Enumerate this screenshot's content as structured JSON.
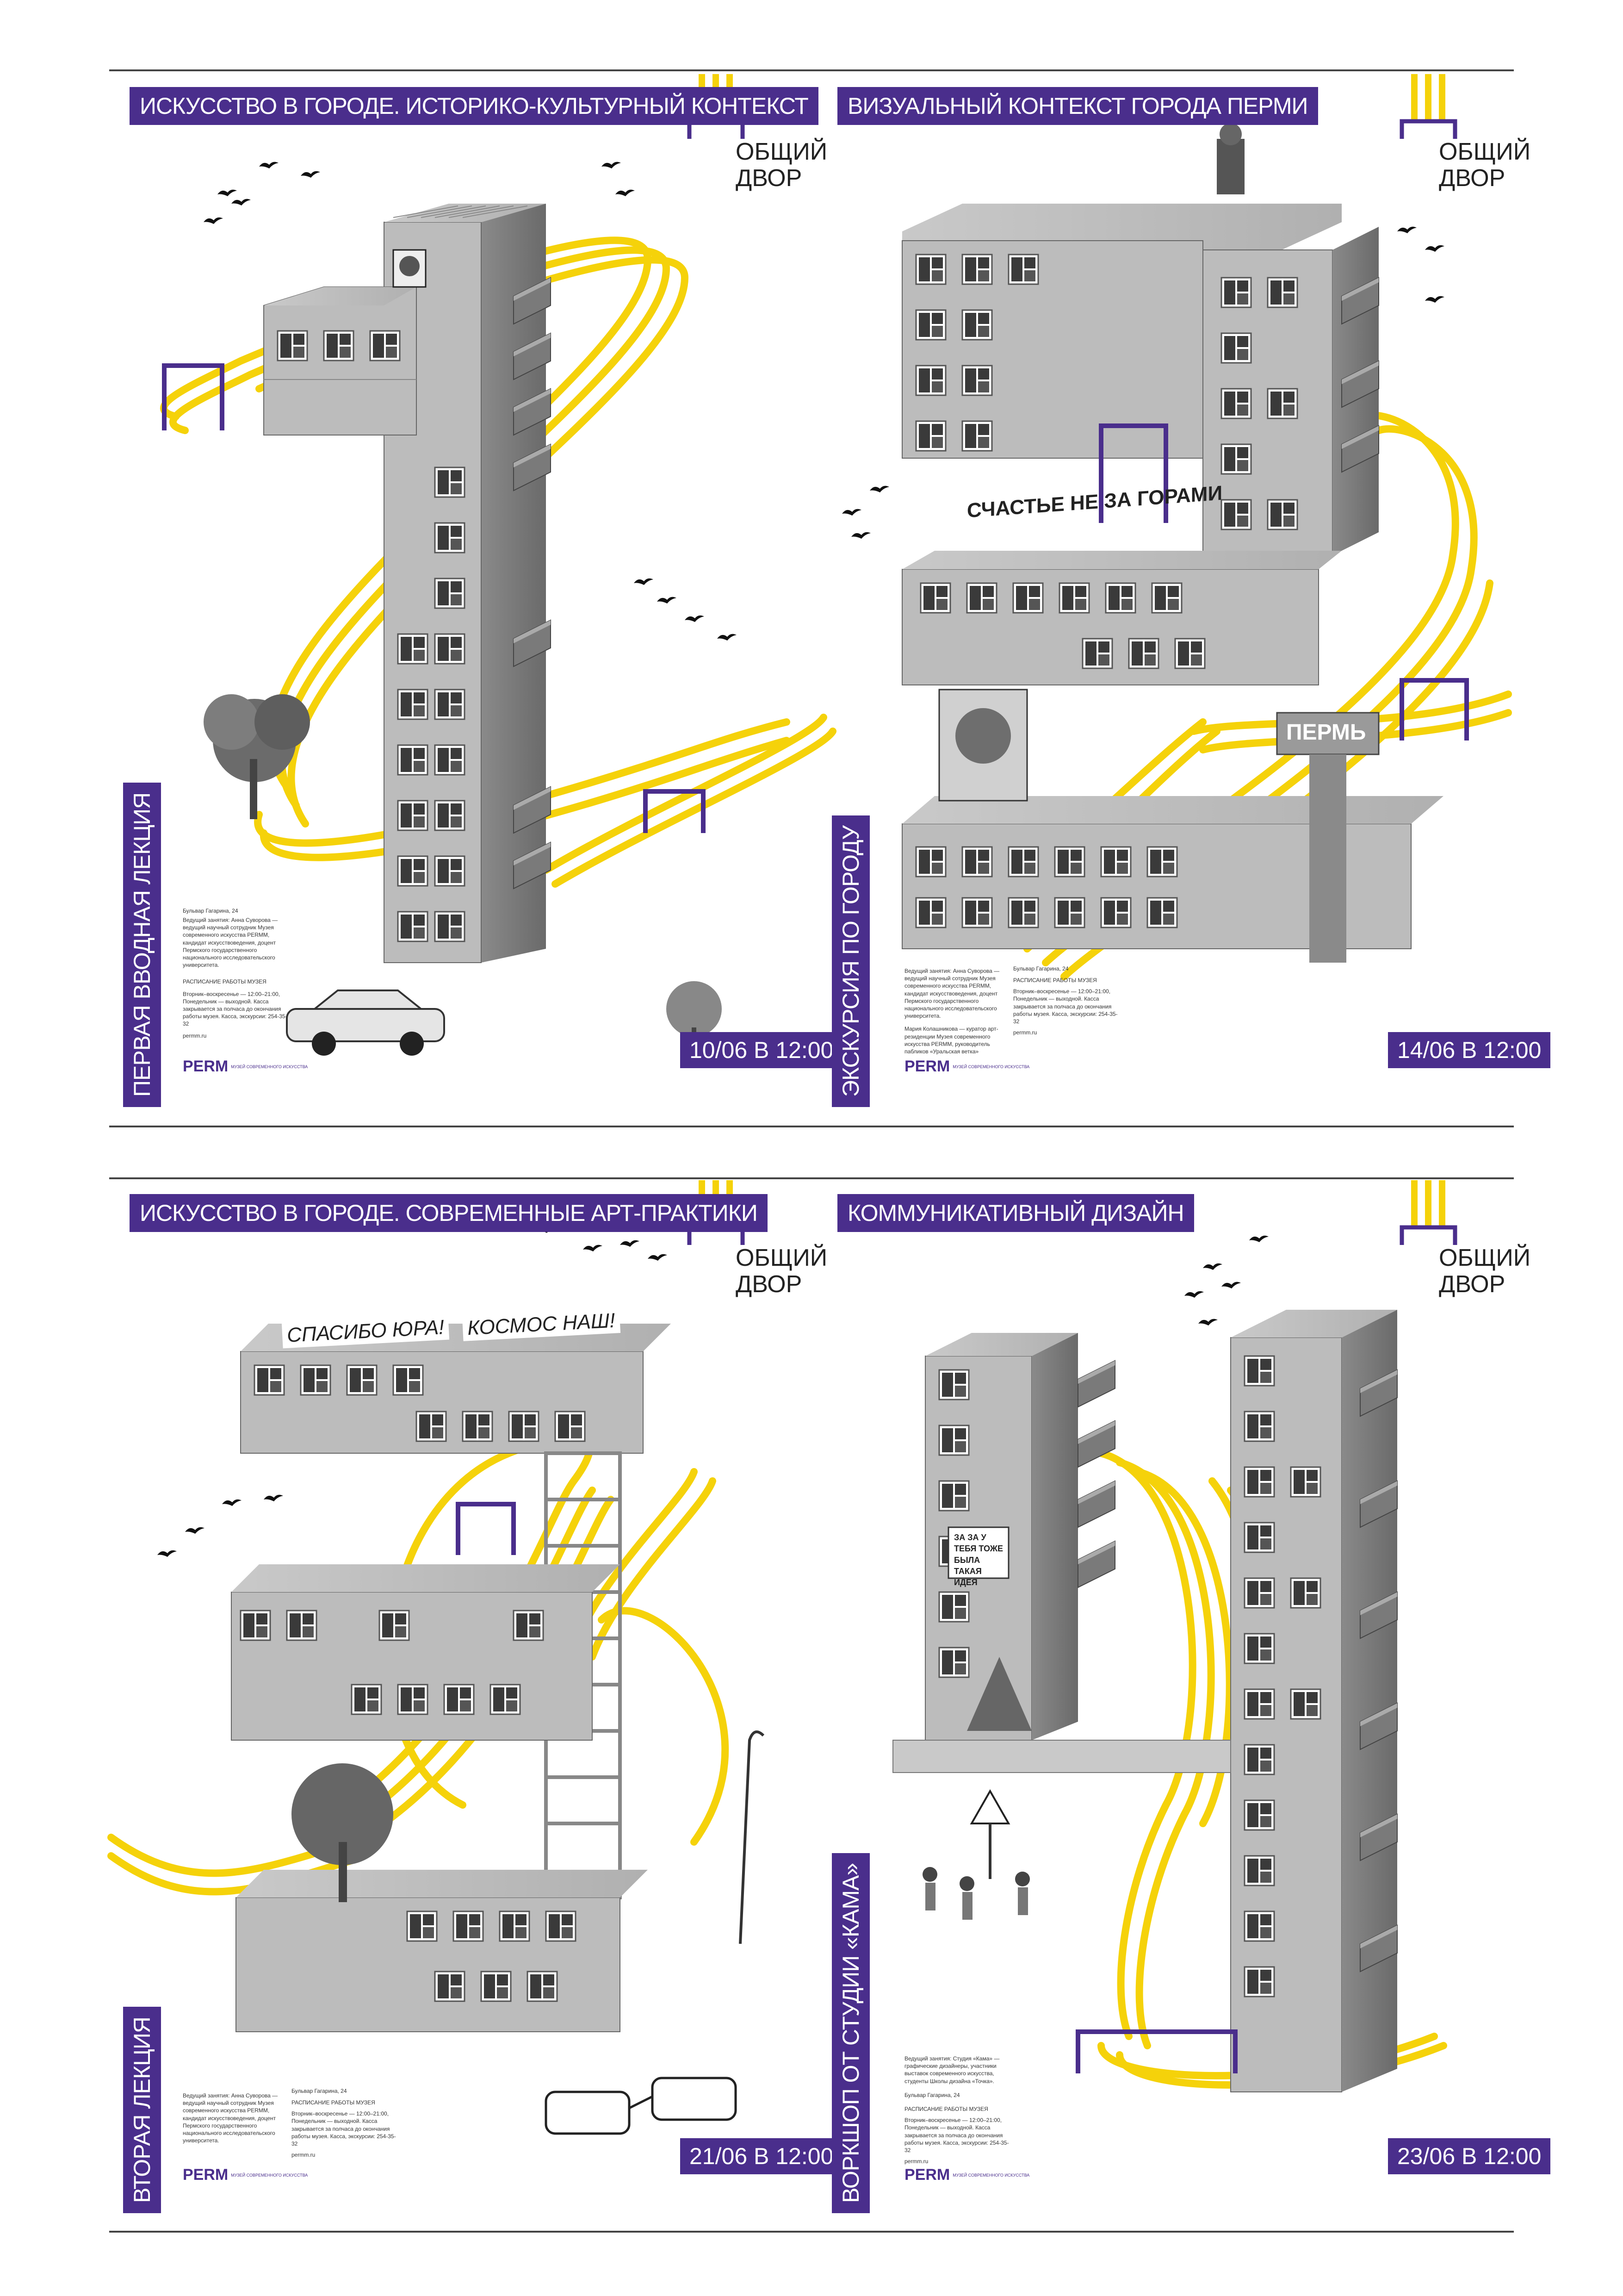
{
  "venue_lines": [
    "ОБЩИЙ",
    "ДВОР"
  ],
  "brand": {
    "accent": "#4a2e8c",
    "yellow": "#f5d20a",
    "logo": "PERM",
    "logo_sub": "МУЗЕЙ СОВРЕМЕННОГО ИСКУССТВА"
  },
  "posters": [
    {
      "title": "ИСКУССТВО В ГОРОДЕ. ИСТОРИКО-КУЛЬТУРНЫЙ КОНТЕКСТ",
      "vertical_title": "ПЕРВАЯ ВВОДНАЯ ЛЕКЦИЯ",
      "date": "10/06 В 12:00",
      "address": "Бульвар Гагарина, 24",
      "info_left": "Ведущий занятия: Анна Суворова — ведущий научный сотрудник Музея современного искусства PERMM, кандидат искусствоведения, доцент Пермского государственного национального исследовательского университета.",
      "schedule_title": "РАСПИСАНИЕ РАБОТЫ МУЗЕЯ",
      "schedule": "Вторник–воскресенье — 12:00–21:00, Понедельник — выходной. Касса закрывается за полчаса до окончания работы музея. Касса, экскурсии: 254-35-32",
      "site": "permm.ru"
    },
    {
      "title": "ВИЗУАЛЬНЫЙ КОНТЕКСТ ГОРОДА ПЕРМИ",
      "vertical_title": "ЭКСКУРСИЯ ПО ГОРОДУ",
      "date": "14/06 В 12:00",
      "banner": "СЧАСТЬЕ НЕ ЗА ГОРАМИ",
      "sign": "ПЕРМЬ",
      "address": "Бульвар Гагарина, 24",
      "info_left": "Ведущий занятия: Анна Суворова — ведущий научный сотрудник Музея современного искусства PERMM, кандидат искусствоведения, доцент Пермского государственного национального исследовательского университета.",
      "info_left_2": "Мария Колашникова — куратор арт-резиденции Музея современного искусства PERMM, руководитель пабликов «Уральская ветка»",
      "schedule_title": "РАСПИСАНИЕ РАБОТЫ МУЗЕЯ",
      "schedule": "Вторник–воскресенье — 12:00–21:00, Понедельник — выходной. Касса закрывается за полчаса до окончания работы музея. Касса, экскурсии: 254-35-32",
      "site": "permm.ru"
    },
    {
      "title": "ИСКУССТВО В ГОРОДЕ. СОВРЕМЕННЫЕ АРТ-ПРАКТИКИ",
      "vertical_title": "ВТОРАЯ ЛЕКЦИЯ",
      "date": "21/06 В 12:00",
      "banner_a": "СПАСИБО ЮРА!",
      "banner_b": "КОСМОС НАШ!",
      "address": "Бульвар Гагарина, 24",
      "info_left": "Ведущий занятия: Анна Суворова — ведущий научный сотрудник Музея современного искусства PERMM, кандидат искусствоведения, доцент Пермского государственного национального исследовательского университета.",
      "schedule_title": "РАСПИСАНИЕ РАБОТЫ МУЗЕЯ",
      "schedule": "Вторник–воскресенье — 12:00–21:00, Понедельник — выходной. Касса закрывается за полчаса до окончания работы музея. Касса, экскурсии: 254-35-32",
      "site": "permm.ru"
    },
    {
      "title": "КОММУНИКАТИВНЫЙ ДИЗАЙН",
      "vertical_title": "ВОРКШОП ОТ СТУДИИ «КАМА»",
      "date": "23/06 В 12:00",
      "note": "ЗА ЗА У ТЕБЯ ТОЖЕ БЫЛА ТАКАЯ ИДЕЯ",
      "address": "Бульвар Гагарина, 24",
      "info_left": "Ведущий занятия: Студия «Кама» — графические дизайнеры, участники выставок современного искусства, студенты Школы дизайна «Точка».",
      "schedule_title": "РАСПИСАНИЕ РАБОТЫ МУЗЕЯ",
      "schedule": "Вторник–воскресенье — 12:00–21:00, Понедельник — выходной. Касса закрывается за полчаса до окончания работы музея. Касса, экскурсии: 254-35-32",
      "site": "permm.ru"
    }
  ]
}
